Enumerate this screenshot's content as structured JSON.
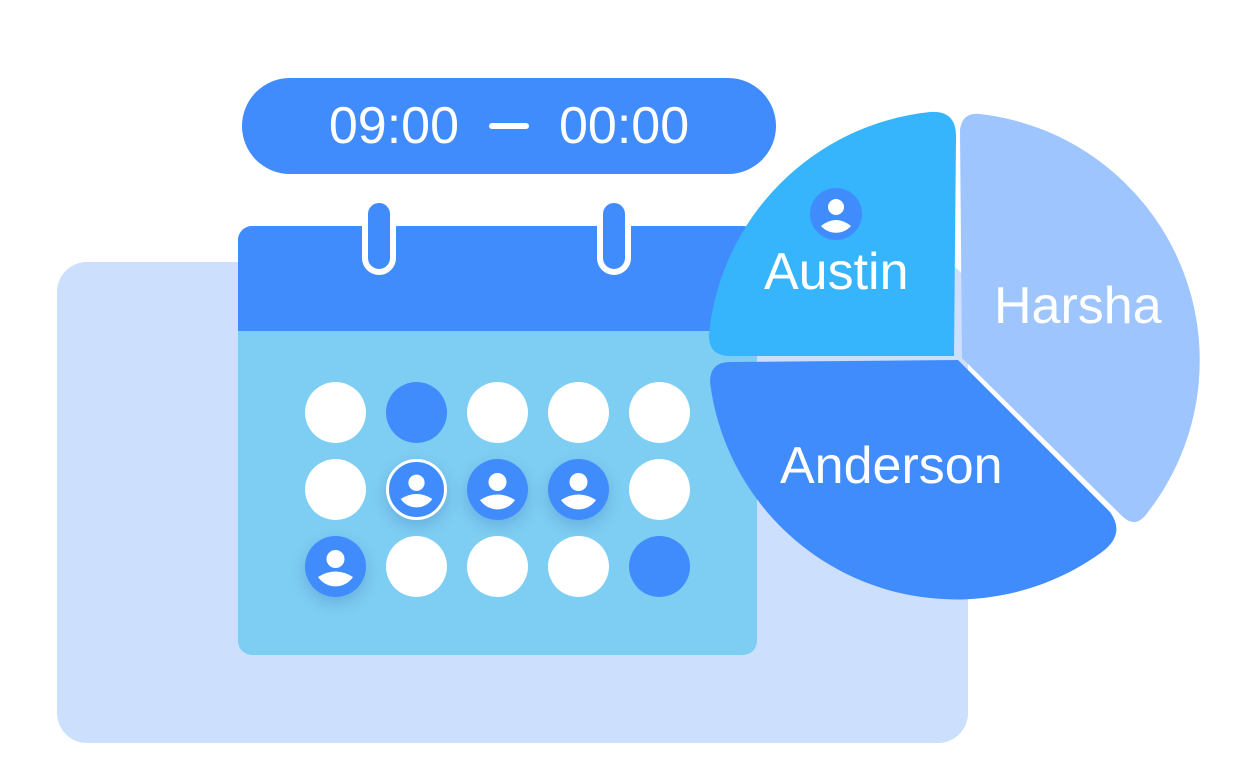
{
  "time_range": {
    "start": "09:00",
    "end": "00:00"
  },
  "people": {
    "austin": "Austin",
    "harsha": "Harsha",
    "anderson": "Anderson"
  },
  "colors": {
    "primary": "#418cfc",
    "calendar_body": "#7ecdf2",
    "austin_slice": "#36b4fc",
    "harsha_slice": "#9ec5fd",
    "panel": "#cce0fd"
  },
  "calendar": {
    "rows": [
      [
        "empty",
        "filled",
        "empty",
        "empty",
        "empty"
      ],
      [
        "empty",
        "person-ringed",
        "person",
        "person",
        "empty"
      ],
      [
        "person",
        "empty",
        "empty",
        "empty",
        "filled"
      ]
    ]
  }
}
